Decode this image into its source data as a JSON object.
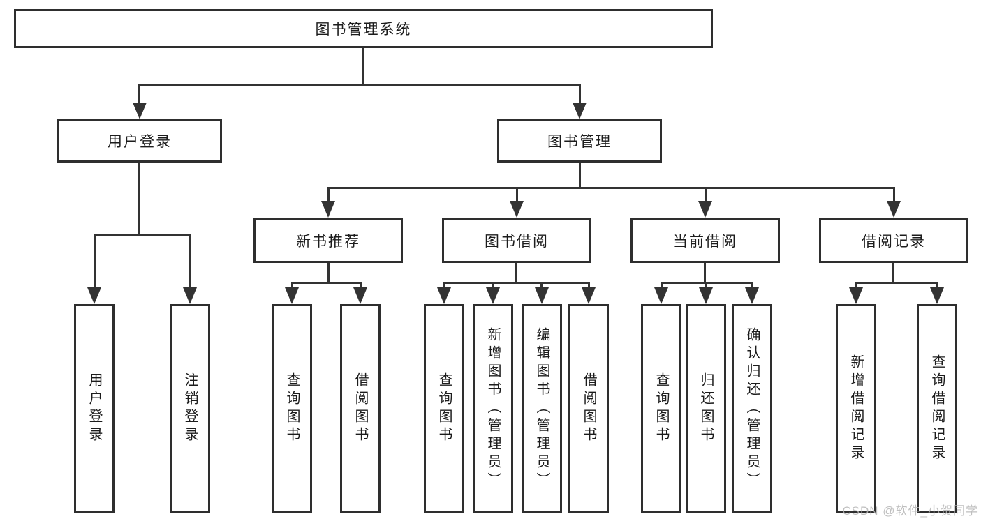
{
  "colors": {
    "line": "#333333",
    "border": "#2e2e2e",
    "text": "#1c1c1c",
    "background": "#ffffff",
    "watermark": "#b5b5b5"
  },
  "diagram": {
    "nodes": {
      "root": {
        "label": "图书管理系统"
      },
      "user_login": {
        "label": "用户登录"
      },
      "book_mgmt": {
        "label": "图书管理"
      },
      "new_book_rec": {
        "label": "新书推荐"
      },
      "book_borrow": {
        "label": "图书借阅"
      },
      "current_borrow": {
        "label": "当前借阅"
      },
      "borrow_records": {
        "label": "借阅记录"
      },
      "user_login_leaf": {
        "label": "用户登录"
      },
      "logout_leaf": {
        "label": "注销登录"
      },
      "rec_query_books": {
        "label": "查询图书"
      },
      "rec_borrow_books": {
        "label": "借阅图书"
      },
      "bb_query_books": {
        "label": "查询图书"
      },
      "bb_add_books": {
        "label": "新增图书（管理员）"
      },
      "bb_edit_books": {
        "label": "编辑图书（管理员）"
      },
      "bb_borrow_books": {
        "label": "借阅图书"
      },
      "cb_query_books": {
        "label": "查询图书"
      },
      "cb_return_books": {
        "label": "归还图书"
      },
      "cb_confirm_return": {
        "label": "确认归还（管理员）"
      },
      "br_add_record": {
        "label": "新增借阅记录"
      },
      "br_query_record": {
        "label": "查询借阅记录"
      }
    }
  },
  "watermark": {
    "text": "CSDN @软件_小贺同学"
  }
}
